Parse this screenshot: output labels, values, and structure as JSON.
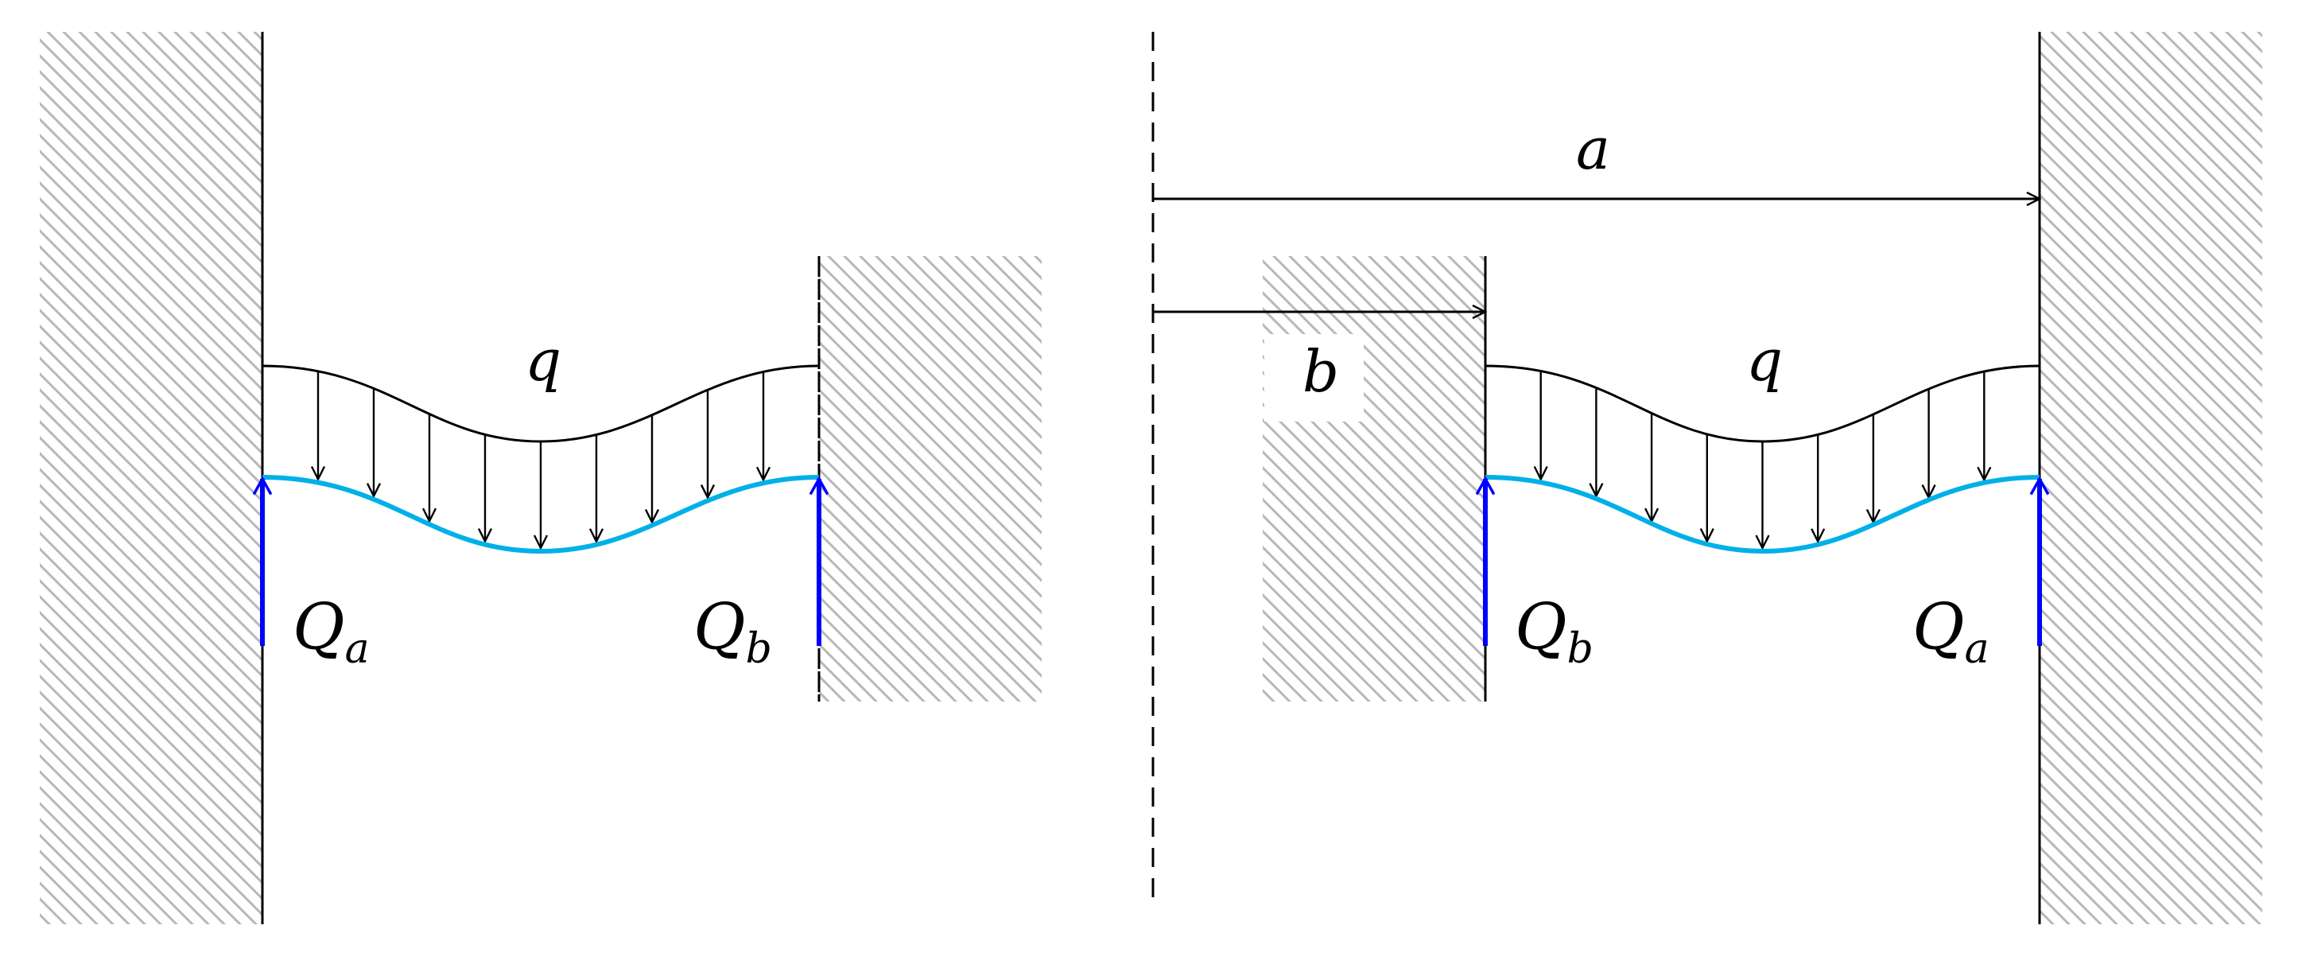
{
  "left_figure": {
    "load_label": "q",
    "reaction_left": {
      "main": "Q",
      "sub": "a"
    },
    "reaction_right": {
      "main": "Q",
      "sub": "b"
    }
  },
  "right_figure": {
    "load_label": "q",
    "reaction_left": {
      "main": "Q",
      "sub": "b"
    },
    "reaction_right": {
      "main": "Q",
      "sub": "a"
    },
    "dim_outer": "a",
    "dim_inner": "b"
  },
  "colors": {
    "reaction_arrow": "#0000ff",
    "deflection_curve": "#00b0e8",
    "hatch": "#b8b8b8",
    "line": "#000000"
  }
}
